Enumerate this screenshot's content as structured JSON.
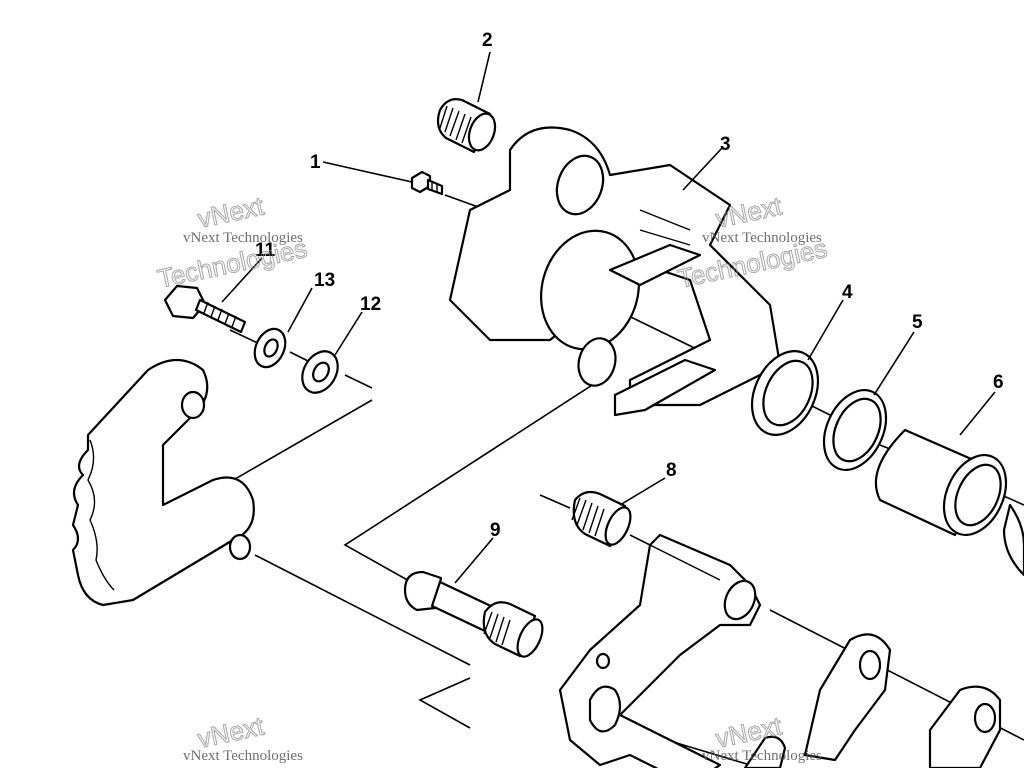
{
  "callouts": [
    {
      "id": "1",
      "label": "1"
    },
    {
      "id": "2",
      "label": "2"
    },
    {
      "id": "3",
      "label": "3"
    },
    {
      "id": "4",
      "label": "4"
    },
    {
      "id": "5",
      "label": "5"
    },
    {
      "id": "6",
      "label": "6"
    },
    {
      "id": "8",
      "label": "8"
    },
    {
      "id": "9",
      "label": "9"
    },
    {
      "id": "11",
      "label": "11"
    },
    {
      "id": "12",
      "label": "12"
    },
    {
      "id": "13",
      "label": "13"
    }
  ],
  "watermark": {
    "brand_small": "vNext Technologies",
    "brand_top": "vNext",
    "brand_bottom": "Technologies"
  }
}
